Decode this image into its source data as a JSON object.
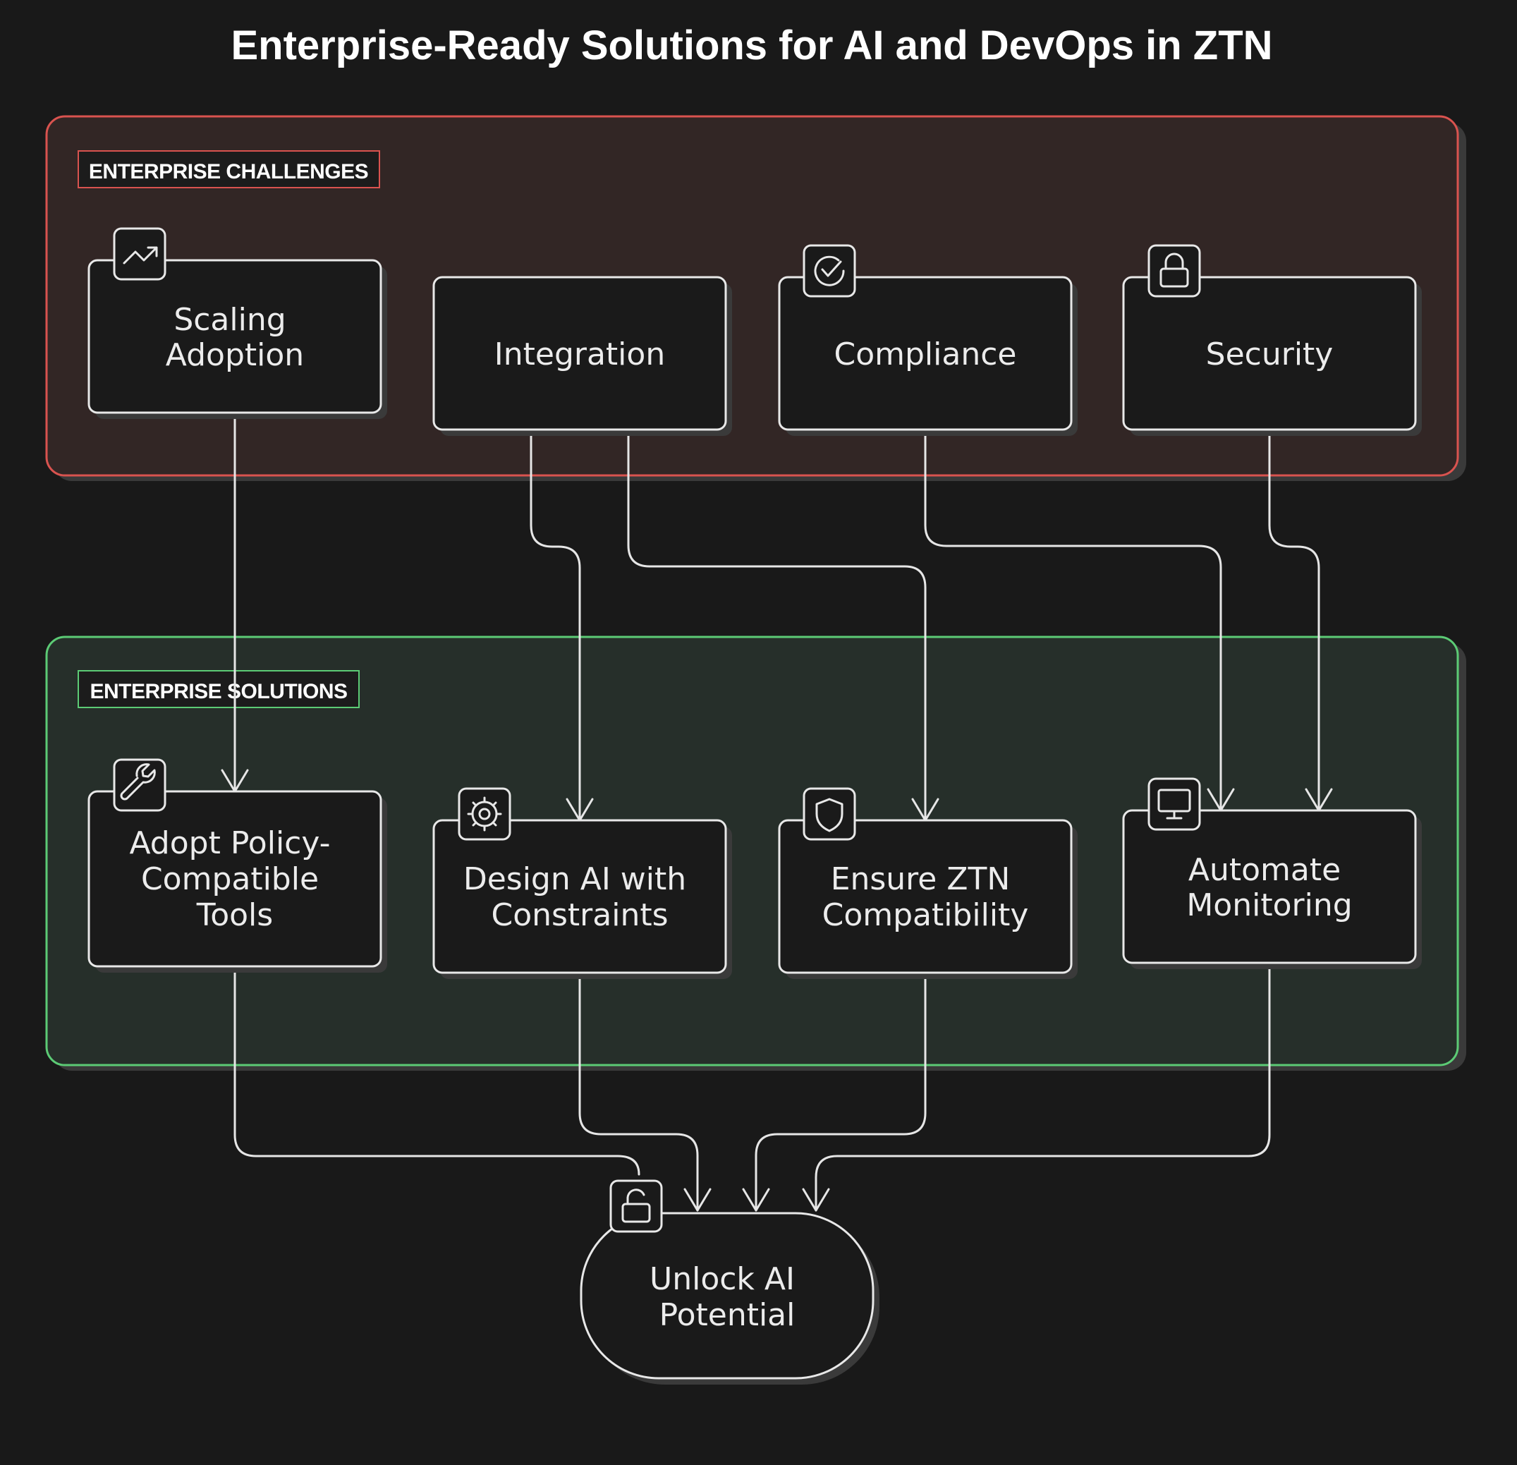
{
  "title": "Enterprise-Ready Solutions for AI and DevOps in ZTN",
  "colors": {
    "background": "#191919",
    "challenges_border": "#d9534f",
    "challenges_fill": "#322625",
    "solutions_border": "#5ccb75",
    "solutions_fill": "#262f2a",
    "node_border": "#e8e8e8"
  },
  "groups": {
    "challenges": {
      "label": "ENTERPRISE CHALLENGES"
    },
    "solutions": {
      "label": "ENTERPRISE SOLUTIONS"
    }
  },
  "challenges": [
    {
      "id": "scaling",
      "lines": [
        "Scaling",
        "Adoption"
      ],
      "icon": "trending-up-icon"
    },
    {
      "id": "integration",
      "lines": [
        "Integration"
      ],
      "icon": null
    },
    {
      "id": "compliance",
      "lines": [
        "Compliance"
      ],
      "icon": "check-circle-icon"
    },
    {
      "id": "security",
      "lines": [
        "Security"
      ],
      "icon": "lock-icon"
    }
  ],
  "solutions": [
    {
      "id": "policy",
      "lines": [
        "Adopt Policy-",
        "Compatible",
        "Tools"
      ],
      "icon": "wrench-icon"
    },
    {
      "id": "design",
      "lines": [
        "Design AI with",
        "Constraints"
      ],
      "icon": "gear-icon"
    },
    {
      "id": "ztn",
      "lines": [
        "Ensure ZTN",
        "Compatibility"
      ],
      "icon": "shield-icon"
    },
    {
      "id": "monitoring",
      "lines": [
        "Automate",
        "Monitoring"
      ],
      "icon": "monitor-icon"
    }
  ],
  "outcome": {
    "id": "unlock",
    "lines": [
      "Unlock AI",
      "Potential"
    ],
    "icon": "unlock-icon"
  },
  "edges": [
    {
      "from": "scaling",
      "to": "policy"
    },
    {
      "from": "integration",
      "to": "design"
    },
    {
      "from": "integration",
      "to": "ztn"
    },
    {
      "from": "compliance",
      "to": "monitoring"
    },
    {
      "from": "security",
      "to": "monitoring"
    },
    {
      "from": "policy",
      "to": "unlock"
    },
    {
      "from": "design",
      "to": "unlock"
    },
    {
      "from": "ztn",
      "to": "unlock"
    },
    {
      "from": "monitoring",
      "to": "unlock"
    }
  ]
}
